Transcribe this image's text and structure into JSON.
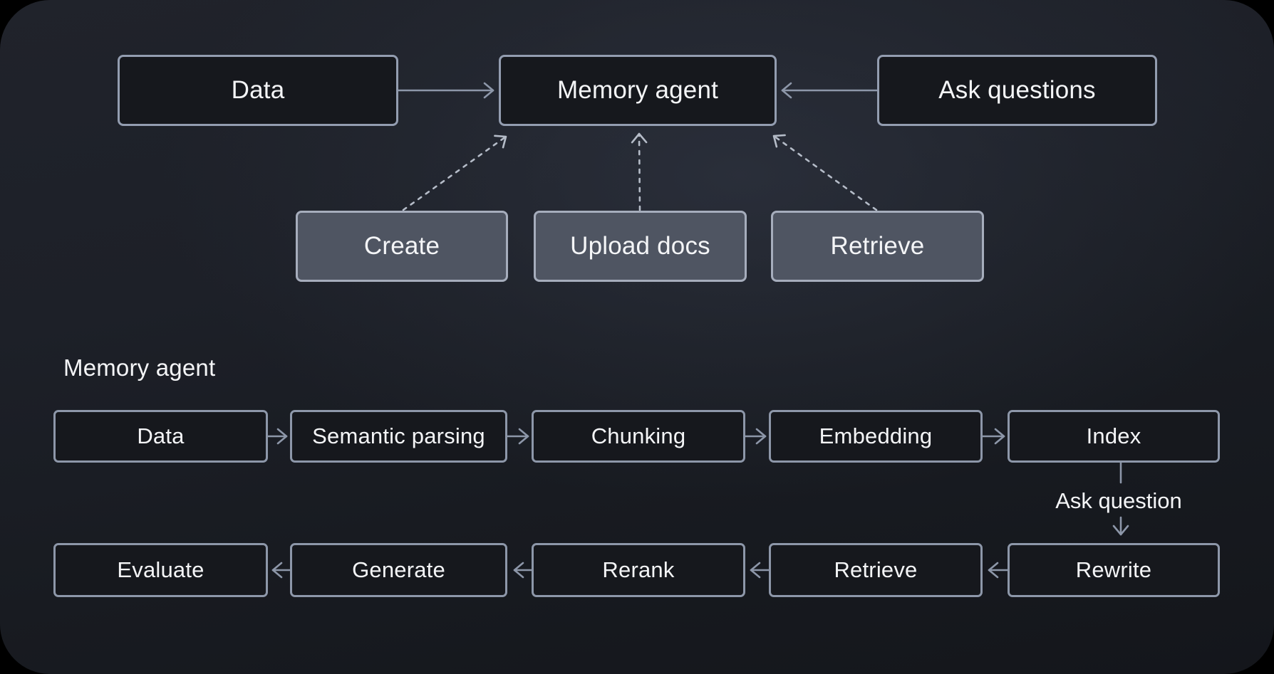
{
  "diagram_title": "Memory agent",
  "colors": {
    "page_background": "#000000",
    "canvas_background": "#1d2028",
    "node_dark_fill": "#16181d",
    "node_dark_border": "#939db0",
    "node_gray_fill": "#4f5562",
    "node_gray_border": "#a6adbc",
    "arrow_solid": "#8d97a9",
    "arrow_dashed": "#b5bcc8",
    "text": "#f4f5f7"
  },
  "top_flow": {
    "nodes": [
      {
        "id": "data",
        "label": "Data",
        "variant": "dark"
      },
      {
        "id": "memory-agent",
        "label": "Memory agent",
        "variant": "dark"
      },
      {
        "id": "ask-questions",
        "label": "Ask questions",
        "variant": "dark"
      }
    ],
    "actions": [
      {
        "id": "create",
        "label": "Create",
        "variant": "gray"
      },
      {
        "id": "upload-docs",
        "label": "Upload docs",
        "variant": "gray"
      },
      {
        "id": "retrieve",
        "label": "Retrieve",
        "variant": "gray"
      }
    ],
    "edges": [
      {
        "from": "data",
        "to": "memory-agent",
        "style": "solid"
      },
      {
        "from": "ask-questions",
        "to": "memory-agent",
        "style": "solid"
      },
      {
        "from": "create",
        "to": "memory-agent",
        "style": "dashed"
      },
      {
        "from": "upload-docs",
        "to": "memory-agent",
        "style": "dashed"
      },
      {
        "from": "retrieve",
        "to": "memory-agent",
        "style": "dashed"
      }
    ]
  },
  "detail_flow": {
    "title": "Memory agent",
    "row1": [
      "Data",
      "Semantic parsing",
      "Chunking",
      "Embedding",
      "Index"
    ],
    "edge_label": "Ask question",
    "row2": [
      "Evaluate",
      "Generate",
      "Rerank",
      "Retrieve",
      "Rewrite"
    ],
    "edges": [
      {
        "from": "Data",
        "to": "Semantic parsing",
        "style": "solid"
      },
      {
        "from": "Semantic parsing",
        "to": "Chunking",
        "style": "solid"
      },
      {
        "from": "Chunking",
        "to": "Embedding",
        "style": "solid"
      },
      {
        "from": "Embedding",
        "to": "Index",
        "style": "solid"
      },
      {
        "from": "Index",
        "to": "Rewrite",
        "style": "solid",
        "label": "Ask question"
      },
      {
        "from": "Rewrite",
        "to": "Retrieve",
        "style": "solid"
      },
      {
        "from": "Retrieve",
        "to": "Rerank",
        "style": "solid"
      },
      {
        "from": "Rerank",
        "to": "Generate",
        "style": "solid"
      },
      {
        "from": "Generate",
        "to": "Evaluate",
        "style": "solid"
      }
    ]
  }
}
